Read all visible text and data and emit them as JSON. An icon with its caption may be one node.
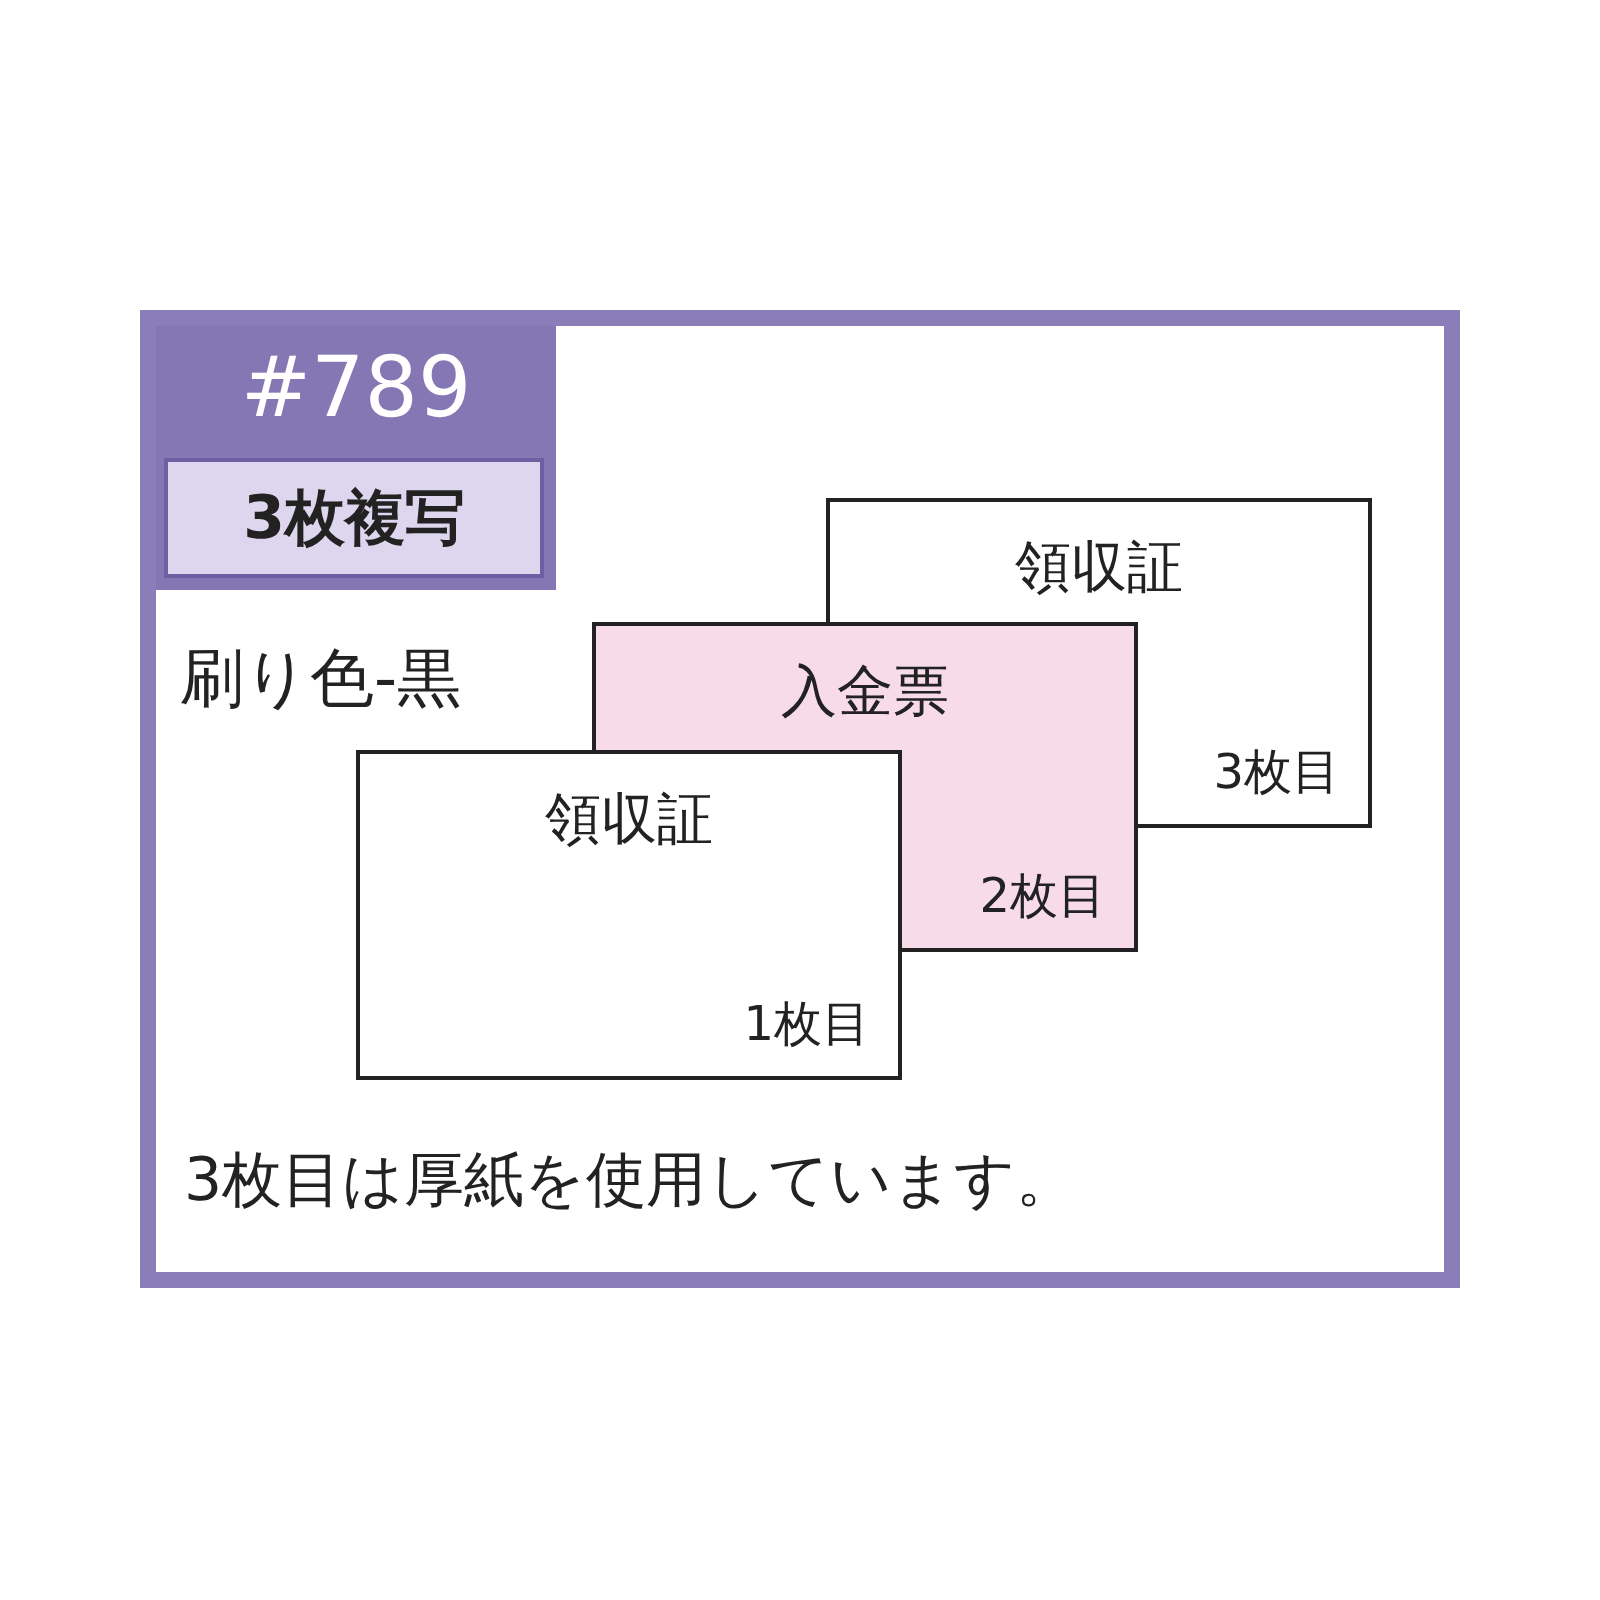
{
  "diagram": {
    "nodes": [
      {
        "text": [
          "#789"
        ]
      },
      {
        "text": [
          "3枚複写"
        ],
        "in": 0
      },
      {
        "text": [
          "領収証",
          "3枚目"
        ]
      },
      {
        "text": [
          "入金票",
          "2枚目"
        ]
      },
      {
        "text": [
          "領収証",
          "1枚目"
        ]
      }
    ],
    "labels": [
      "刷り色-黒",
      "3枚目は厚紙を使用しています。"
    ]
  }
}
